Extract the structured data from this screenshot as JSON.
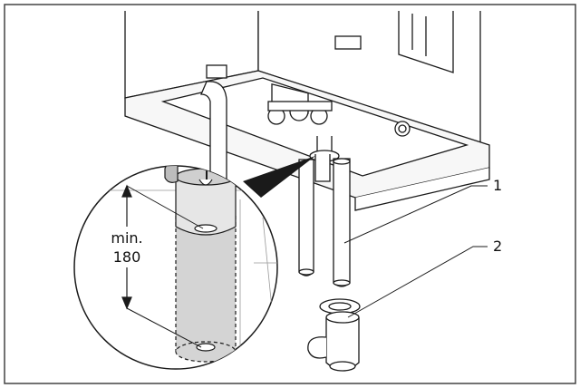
{
  "dimension": {
    "line1": "min.",
    "line2": "180"
  },
  "callouts": [
    {
      "number": "1"
    },
    {
      "number": "2"
    }
  ],
  "colors": {
    "stroke": "#1a1a1a",
    "shade": "#d4d4d4",
    "shade_dark": "#bdbdbd",
    "frame": "#444444",
    "background": "#ffffff"
  }
}
